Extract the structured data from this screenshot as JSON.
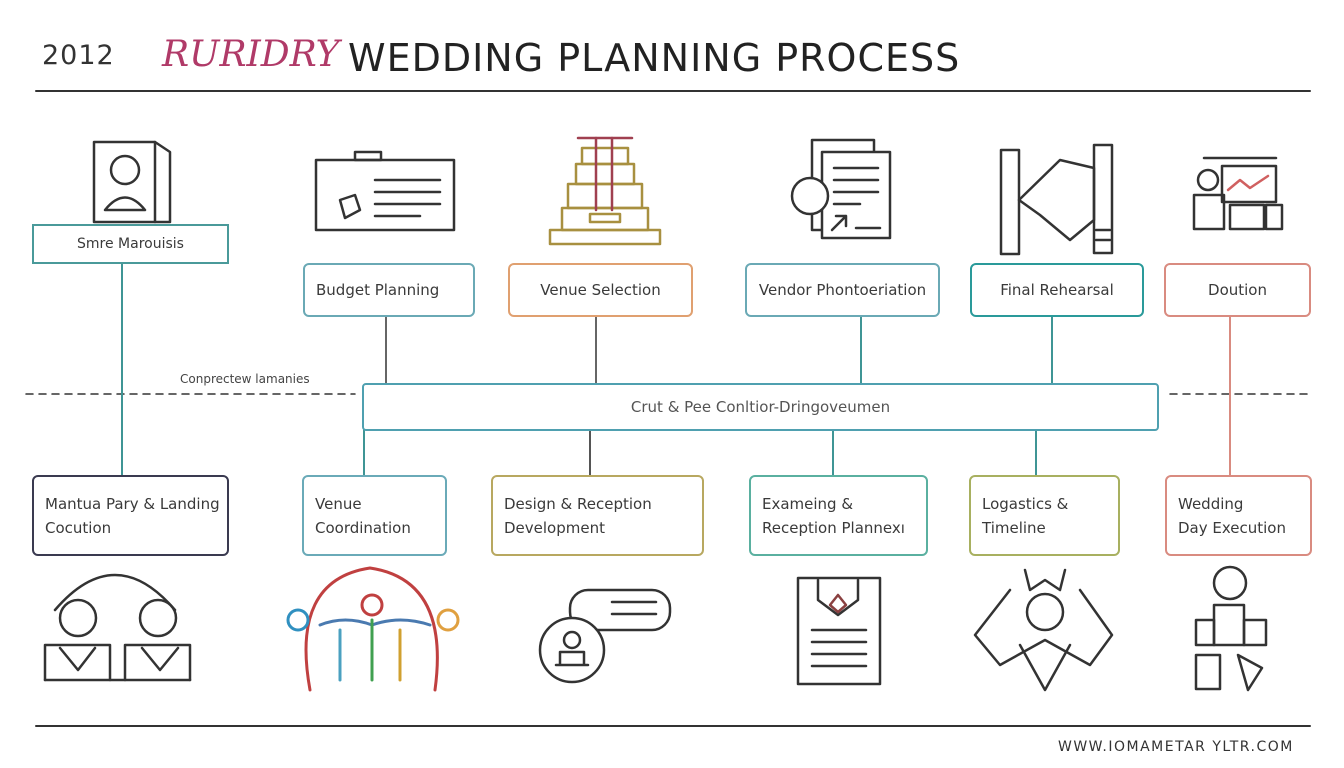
{
  "header": {
    "year": "2012",
    "brand": "RURIDRY",
    "title": "WEDDING PLANNING PROCESS"
  },
  "top_row": [
    {
      "label": "Smre Marouisis",
      "icon": "portrait-frame-icon",
      "color": "#4a9a9a"
    },
    {
      "label": "Budget Planning",
      "icon": "checklist-card-icon",
      "color": "#6aa9b5"
    },
    {
      "label": "Venue Selection",
      "icon": "wedding-cake-icon",
      "color": "#e0a070"
    },
    {
      "label": "Vendor Phontoeriation",
      "icon": "document-icon",
      "color": "#6aa9b5"
    },
    {
      "label": "Final Rehearsal",
      "icon": "hand-gesture-icon",
      "color": "#2a9a9a"
    },
    {
      "label": "Doution",
      "icon": "presenter-board-icon",
      "color": "#d98b80"
    }
  ],
  "middle": {
    "note": "Conprectew lamanies",
    "bar_label": "Crut & Pee Conltior-Dringoveumen"
  },
  "bottom_row": [
    {
      "line1": "Mantua Pary & Landing",
      "line2": "Cocution",
      "icon": "couple-icon",
      "color": "#3a3a50"
    },
    {
      "line1": "Venue",
      "line2": "Coordination",
      "icon": "people-circle-icon",
      "color": "#6aaab8"
    },
    {
      "line1": "Design & Reception",
      "line2": "Development",
      "icon": "cake-stand-icon",
      "color": "#b8a860"
    },
    {
      "line1": "Exameing &",
      "line2": "Reception Plannexı",
      "icon": "menu-card-icon",
      "color": "#5ab0a0"
    },
    {
      "line1": "Logastics &",
      "line2": "Timeline",
      "icon": "figure-geometric-icon",
      "color": "#a8b060"
    },
    {
      "line1": "Wedding",
      "line2": "Day Execution",
      "icon": "person-blocks-icon",
      "color": "#d98b80"
    }
  ],
  "footer": {
    "url": "WWW.IOMAMETAR YLTR.COM"
  }
}
